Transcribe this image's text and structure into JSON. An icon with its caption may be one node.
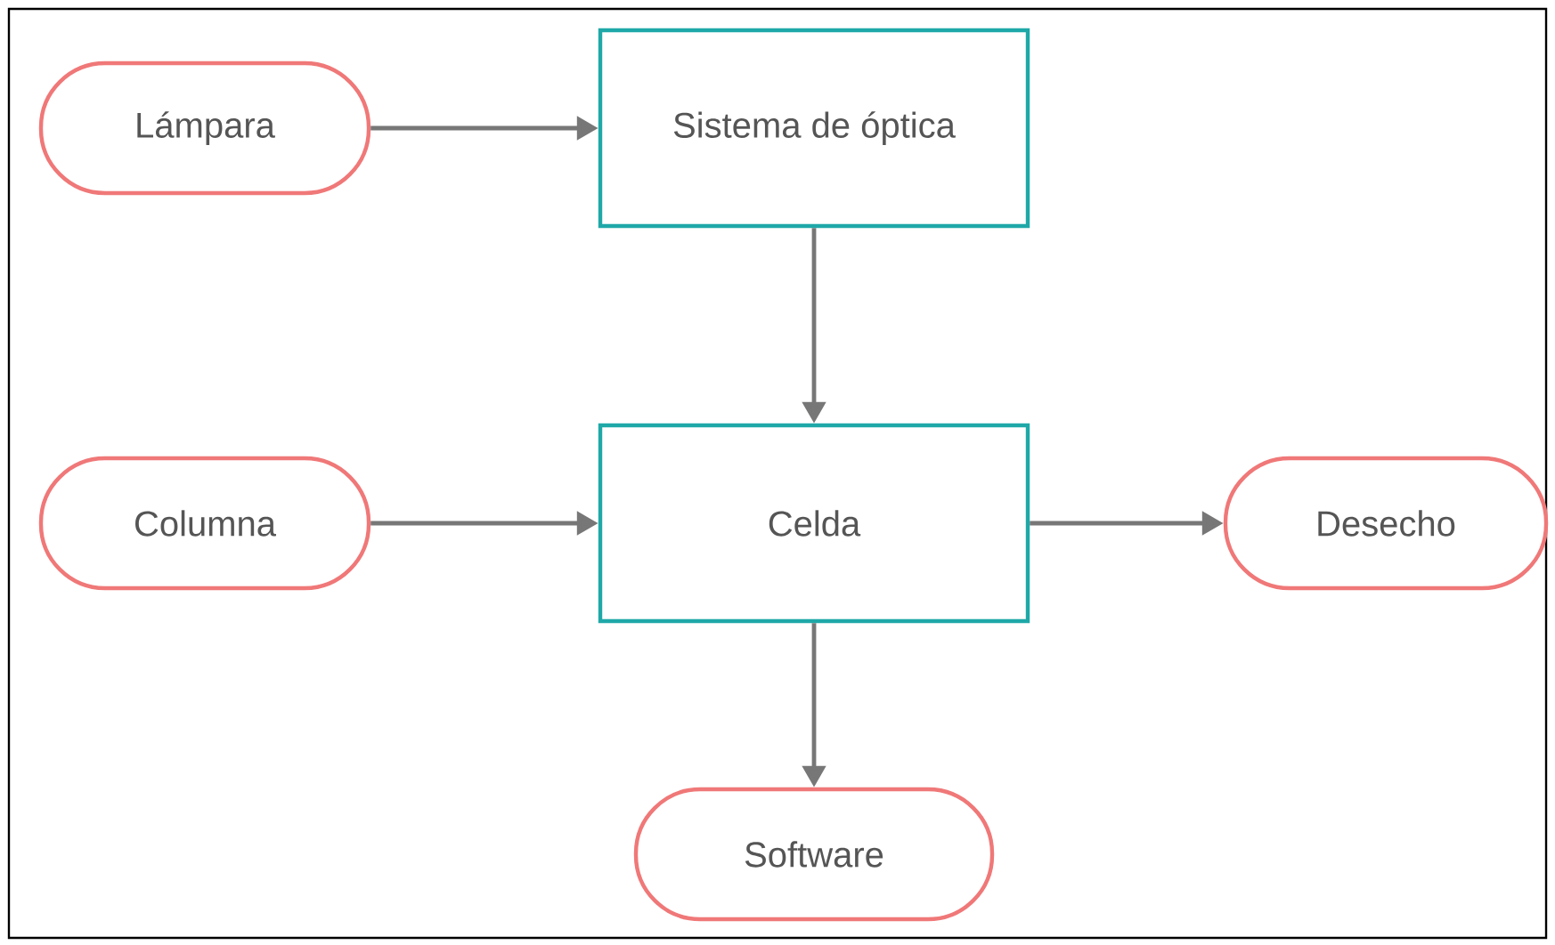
{
  "diagram": {
    "nodes": [
      {
        "text": [
          "Lámpara"
        ]
      },
      {
        "text": [
          "Sistema de óptica"
        ]
      },
      {
        "text": [
          "Columna"
        ]
      },
      {
        "text": [
          "Celda"
        ]
      },
      {
        "text": [
          "Desecho"
        ]
      },
      {
        "text": [
          "Software"
        ]
      }
    ],
    "edges": [
      {
        "from": 0,
        "to": 1,
        "arrow": "to"
      },
      {
        "from": 1,
        "to": 3,
        "arrow": "to"
      },
      {
        "from": 2,
        "to": 3,
        "arrow": "to"
      },
      {
        "from": 3,
        "to": 4,
        "arrow": "to"
      },
      {
        "from": 3,
        "to": 5,
        "arrow": "to"
      }
    ]
  }
}
